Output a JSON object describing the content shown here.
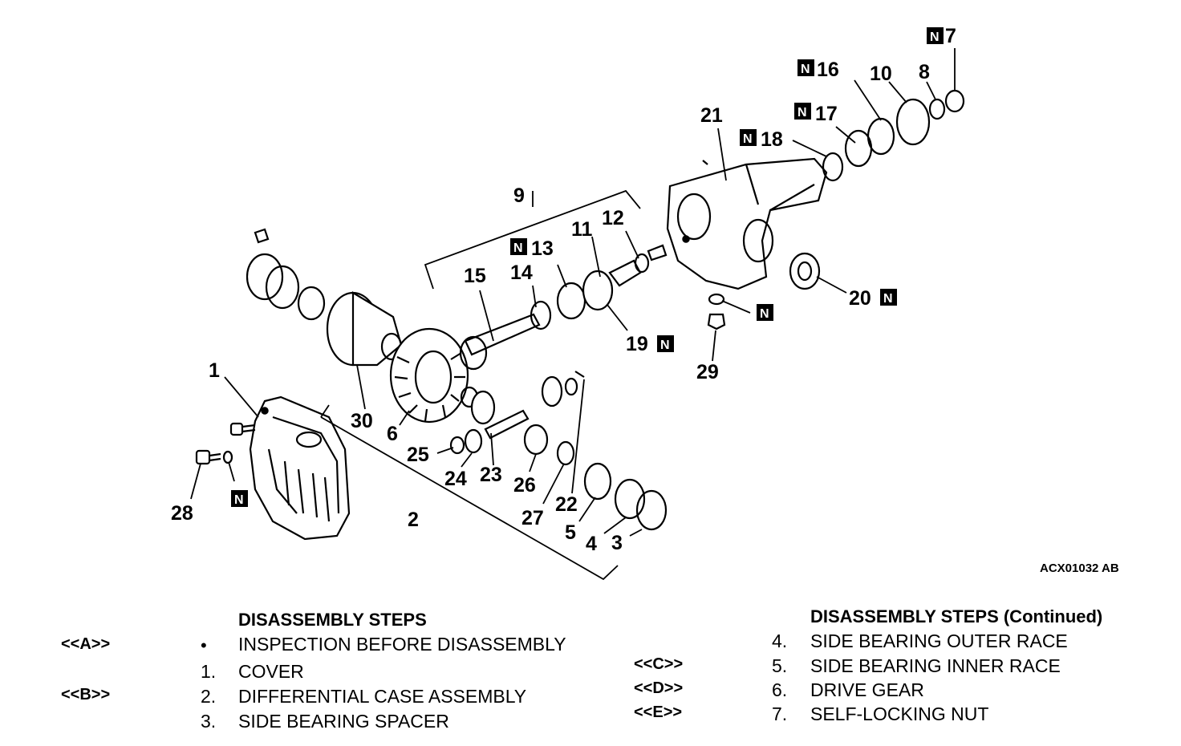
{
  "figure": {
    "reference_code": "ACX01032 AB",
    "n_marker": "N",
    "callouts": {
      "c1": "1",
      "c2": "2",
      "c3": "3",
      "c4": "4",
      "c5": "5",
      "c6": "6",
      "c7": "7",
      "c8": "8",
      "c9": "9",
      "c10": "10",
      "c11": "11",
      "c12": "12",
      "c13": "13",
      "c14": "14",
      "c15": "15",
      "c16": "16",
      "c17": "17",
      "c18": "18",
      "c19": "19",
      "c20": "20",
      "c21": "21",
      "c22": "22",
      "c23": "23",
      "c24": "24",
      "c25": "25",
      "c26": "26",
      "c27": "27",
      "c28": "28",
      "c29": "29",
      "c30": "30"
    }
  },
  "steps_left": {
    "title": "DISASSEMBLY STEPS",
    "rows": [
      {
        "code": "<<A>>",
        "num": "•",
        "text": "INSPECTION BEFORE DISASSEMBLY"
      },
      {
        "code": "",
        "num": "1.",
        "text": "COVER"
      },
      {
        "code": "<<B>>",
        "num": "2.",
        "text": "DIFFERENTIAL CASE ASSEMBLY"
      },
      {
        "code": "",
        "num": "3.",
        "text": "SIDE BEARING SPACER"
      }
    ]
  },
  "steps_right": {
    "title": "DISASSEMBLY STEPS (Continued)",
    "rows": [
      {
        "code": "",
        "num": "4.",
        "text": "SIDE BEARING OUTER RACE"
      },
      {
        "code": "<<C>>",
        "num": "5.",
        "text": "SIDE BEARING INNER RACE"
      },
      {
        "code": "<<D>>",
        "num": "6.",
        "text": "DRIVE GEAR"
      },
      {
        "code": "<<E>>",
        "num": "7.",
        "text": "SELF-LOCKING NUT"
      }
    ]
  }
}
